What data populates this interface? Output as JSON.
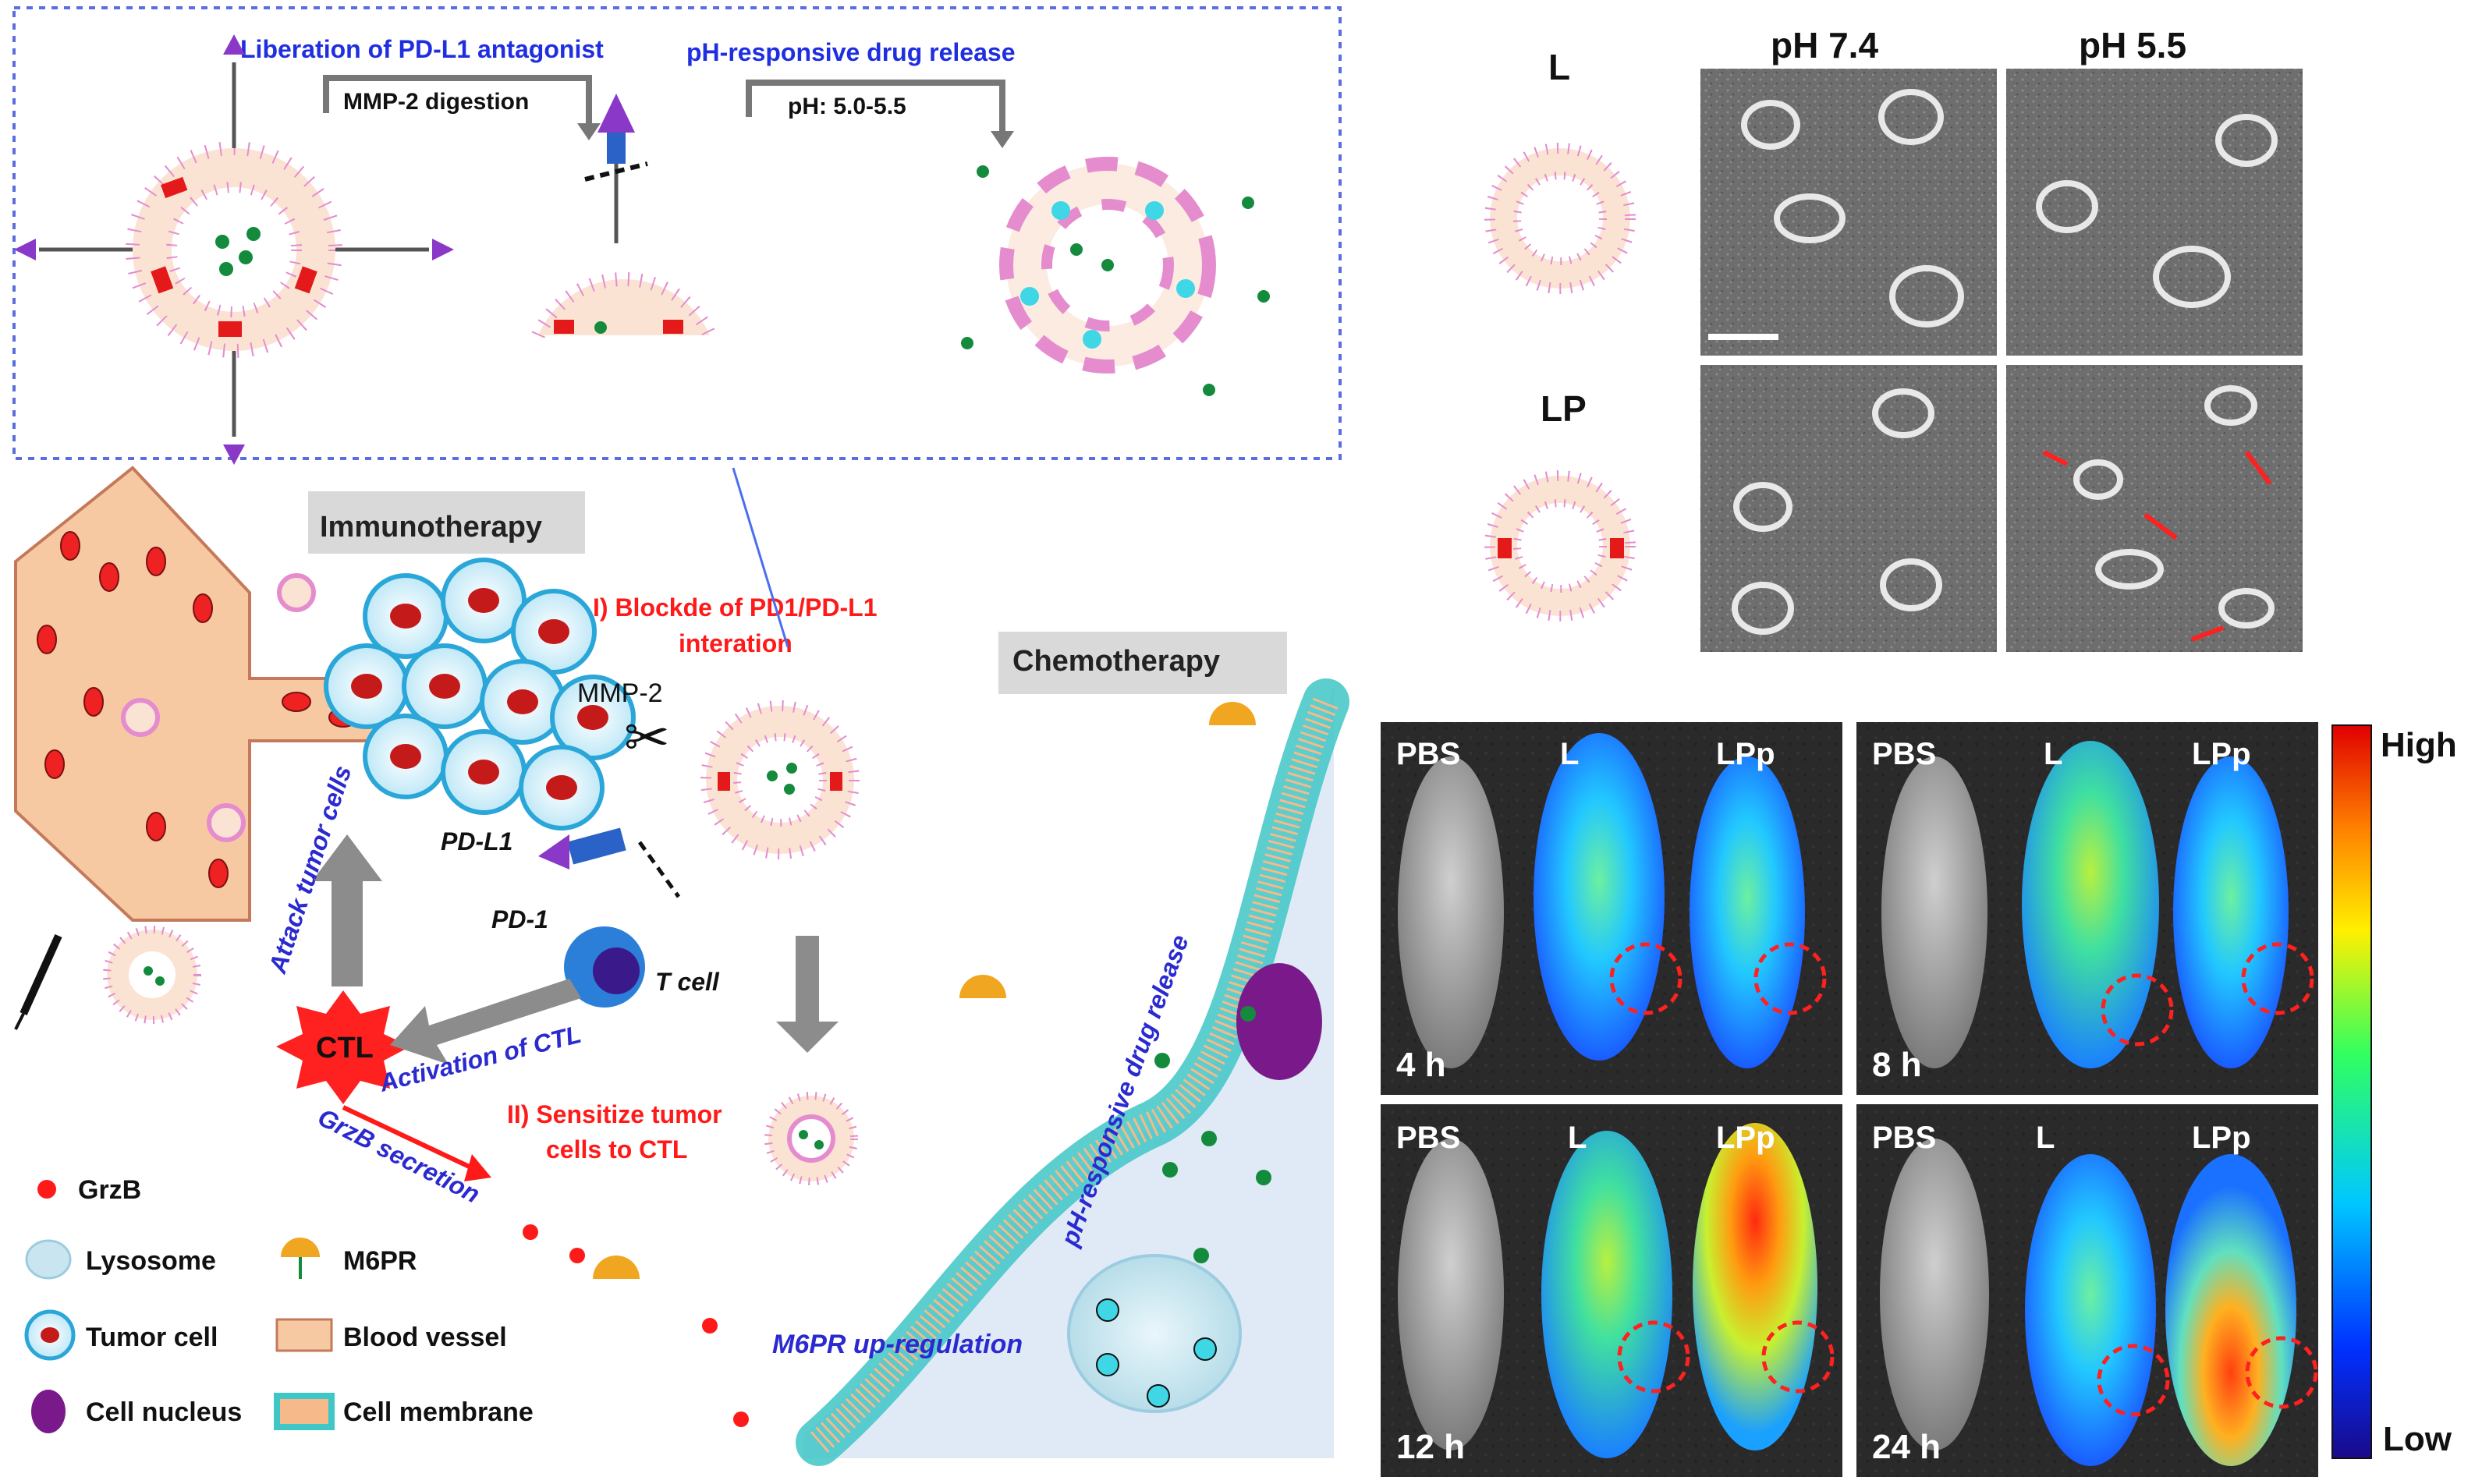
{
  "top_box": {
    "title_left": "Liberation of PD-L1 antagonist",
    "title_right": "pH-responsive drug release",
    "arrow1_label": "MMP-2 digestion",
    "arrow2_label": "pH: 5.0-5.5"
  },
  "immunotherapy": {
    "section_label": "Immunotherapy",
    "step1": [
      "I) Blockde of PD1/PD-L1",
      "interation"
    ],
    "mmp2": "MMP-2",
    "pdl1": "PD-L1",
    "pd1": "PD-1",
    "tcell": "T cell",
    "ctl": "CTL",
    "attack": "Attack tumor cells",
    "activation": "Activation of CTL",
    "grzb_secretion": "GrzB secretion",
    "step2": [
      "II) Sensitize tumor",
      "cells to CTL"
    ]
  },
  "chemotherapy": {
    "section_label": "Chemotherapy",
    "ph_release": "pH-responsive drug release",
    "m6pr_up": "M6PR up-regulation"
  },
  "legend": [
    {
      "label": "GrzB",
      "icon": "grzb-dot-icon"
    },
    {
      "label": "M6PR",
      "icon": "m6pr-receptor-icon"
    },
    {
      "label": "Lysosome",
      "icon": "lysosome-icon"
    },
    {
      "label": "Blood vessel",
      "icon": "blood-vessel-icon"
    },
    {
      "label": "Tumor cell",
      "icon": "tumor-cell-icon"
    },
    {
      "label": "Cell membrane",
      "icon": "cell-membrane-icon"
    },
    {
      "label": "Cell nucleus",
      "icon": "cell-nucleus-icon"
    }
  ],
  "tem_panel": {
    "col_headers": [
      "pH 7.4",
      "pH 5.5"
    ],
    "row_labels": [
      "L",
      "LP"
    ]
  },
  "imaging_panel": {
    "group_labels": [
      "PBS",
      "L",
      "LPp"
    ],
    "timepoints": [
      "4 h",
      "8 h",
      "12 h",
      "24 h"
    ],
    "scale_high": "High",
    "scale_low": "Low"
  },
  "colors": {
    "dashed_border": "#5b6ee1",
    "title_blue": "#1f2ee0",
    "step_red": "#ff1a1a",
    "ctl_red": "#ff2020",
    "vessel_fill": "#f7c9a3",
    "membrane_teal": "#3fc6c6",
    "lipid_pink": "#e58ccf"
  }
}
